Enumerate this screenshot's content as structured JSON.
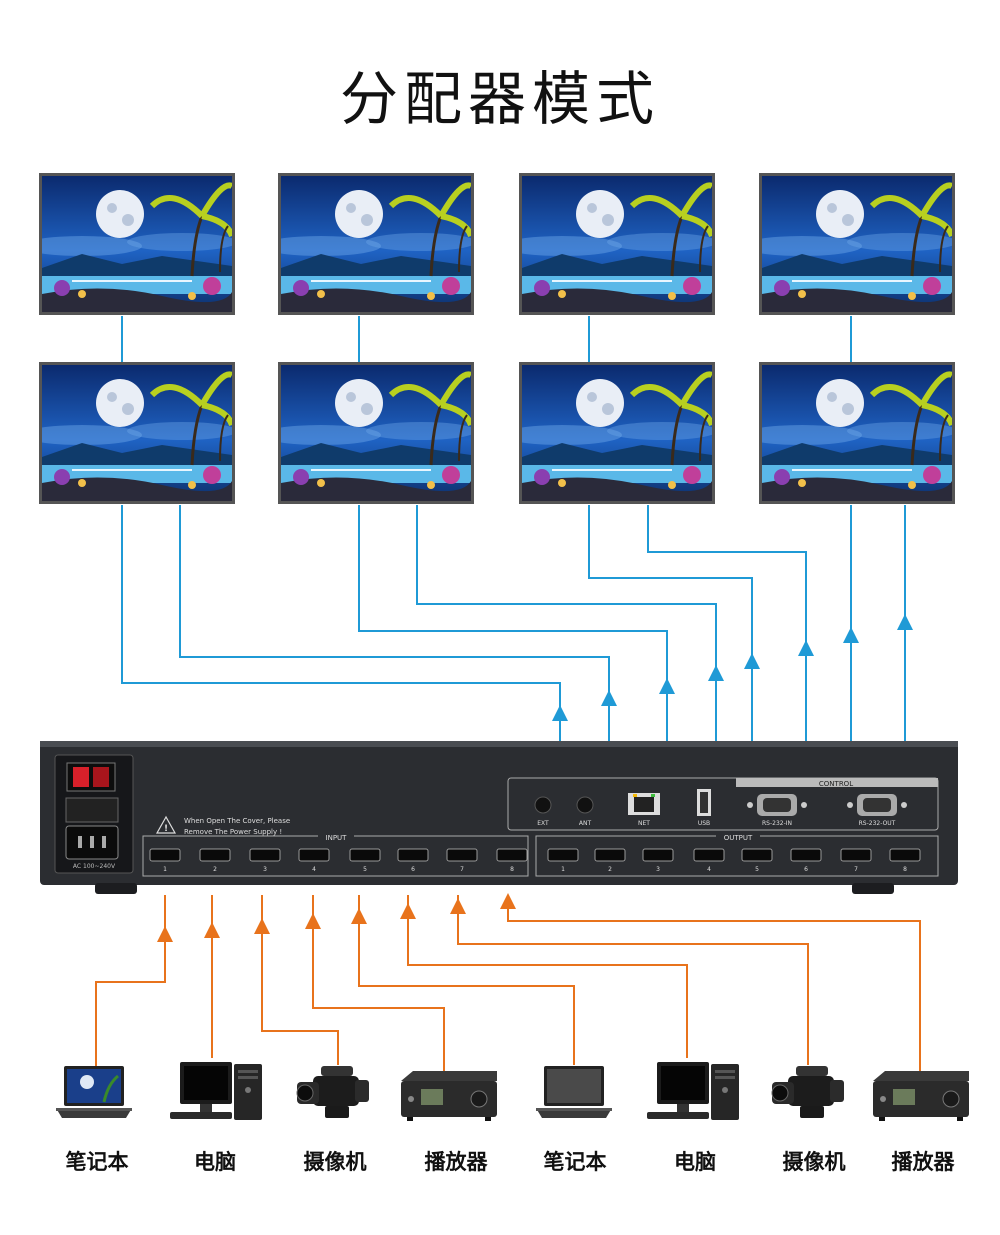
{
  "title": "分配器模式",
  "device": {
    "warning_line1": "When Open The Cover, Please",
    "warning_line2": "Remove The Power Supply !",
    "power_label": "AC 100~240V",
    "input_label": "INPUT",
    "output_label": "OUTPUT",
    "control_label": "CONTROL",
    "ext_label": "EXT",
    "ant_label": "ANT",
    "net_label": "NET",
    "usb_label": "USB",
    "rs232_in_label": "RS-232-IN",
    "rs232_out_label": "RS-232-OUT",
    "input_numbers": [
      "1",
      "2",
      "3",
      "4",
      "5",
      "6",
      "7",
      "8"
    ],
    "output_numbers": [
      "1",
      "2",
      "3",
      "4",
      "5",
      "6",
      "7",
      "8"
    ]
  },
  "sources": [
    {
      "label": "笔记本",
      "icon": "laptop-icon"
    },
    {
      "label": "电脑",
      "icon": "desktop-pc-icon"
    },
    {
      "label": "摄像机",
      "icon": "video-camera-icon"
    },
    {
      "label": "播放器",
      "icon": "media-player-icon"
    },
    {
      "label": "笔记本",
      "icon": "laptop-icon"
    },
    {
      "label": "电脑",
      "icon": "desktop-pc-icon"
    },
    {
      "label": "摄像机",
      "icon": "video-camera-icon"
    },
    {
      "label": "播放器",
      "icon": "media-player-icon"
    }
  ],
  "colors": {
    "output_wire": "#1f9ad6",
    "input_wire": "#e8731c",
    "chassis": "#2b2d31"
  }
}
